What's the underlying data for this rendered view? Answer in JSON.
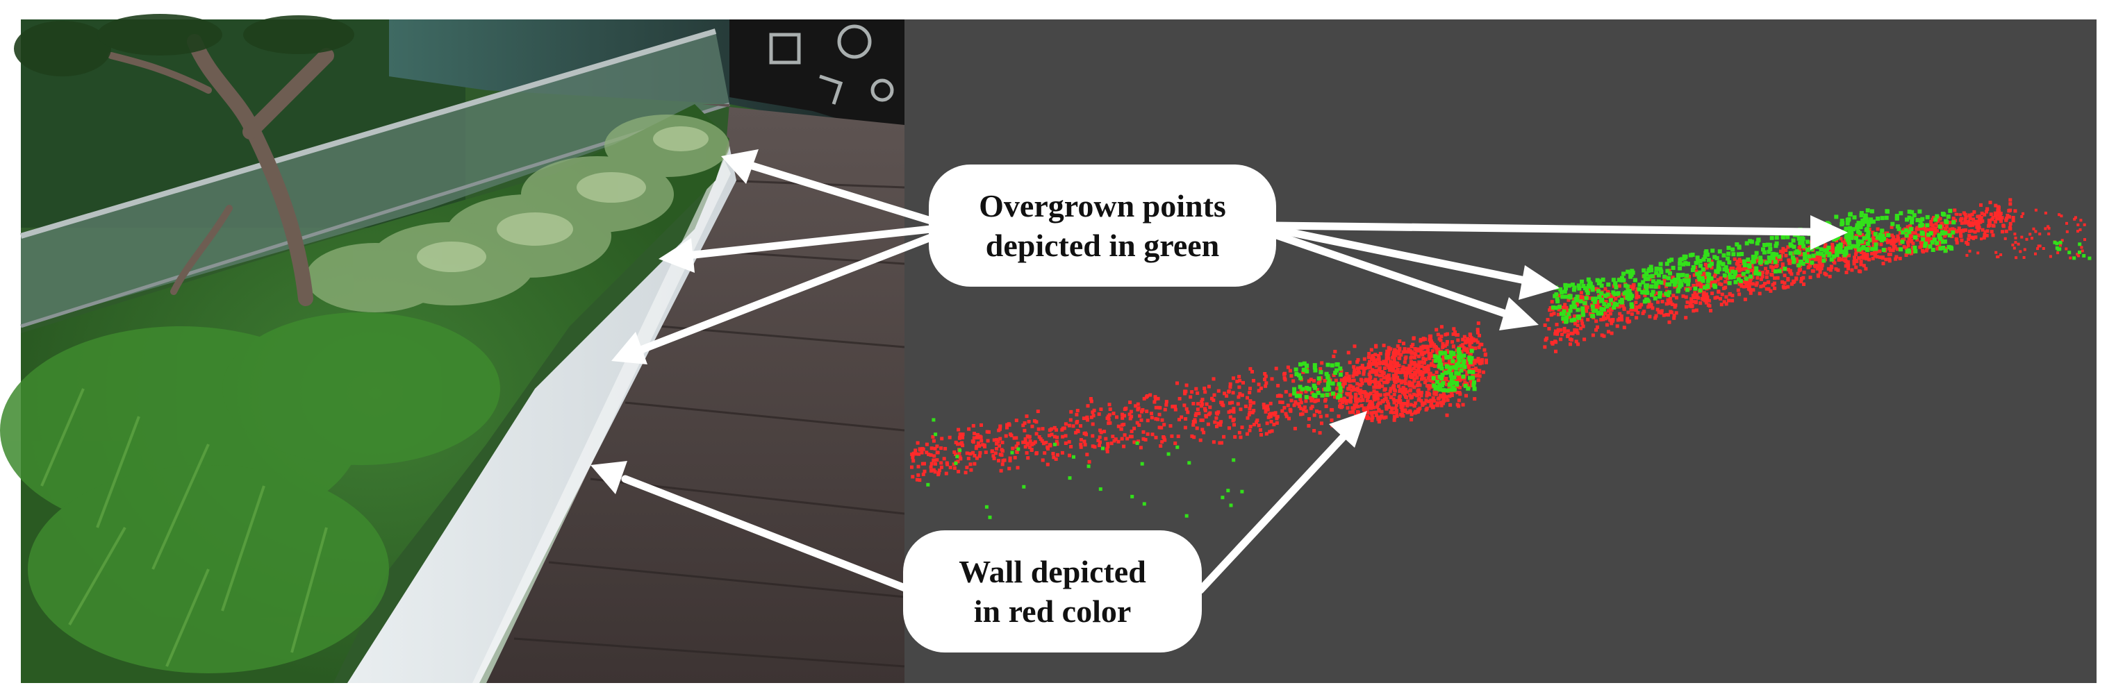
{
  "figure": {
    "left_panel": {
      "kind": "photo",
      "content": [
        "plant-bed",
        "trees",
        "glass-railing",
        "white-planter-wall",
        "wooden-walkway",
        "building-facade"
      ]
    },
    "right_panel": {
      "kind": "point-cloud",
      "background_color": "#474747",
      "wall_point_color": "#ff2a2a",
      "overgrown_point_color": "#33e01a"
    },
    "callouts": {
      "overgrown": {
        "line1": "Overgrown points",
        "line2": "depicted in green",
        "arrow_color": "#ffffff"
      },
      "wall": {
        "line1": "Wall depicted",
        "line2": "in red color",
        "arrow_color": "#ffffff"
      }
    }
  }
}
